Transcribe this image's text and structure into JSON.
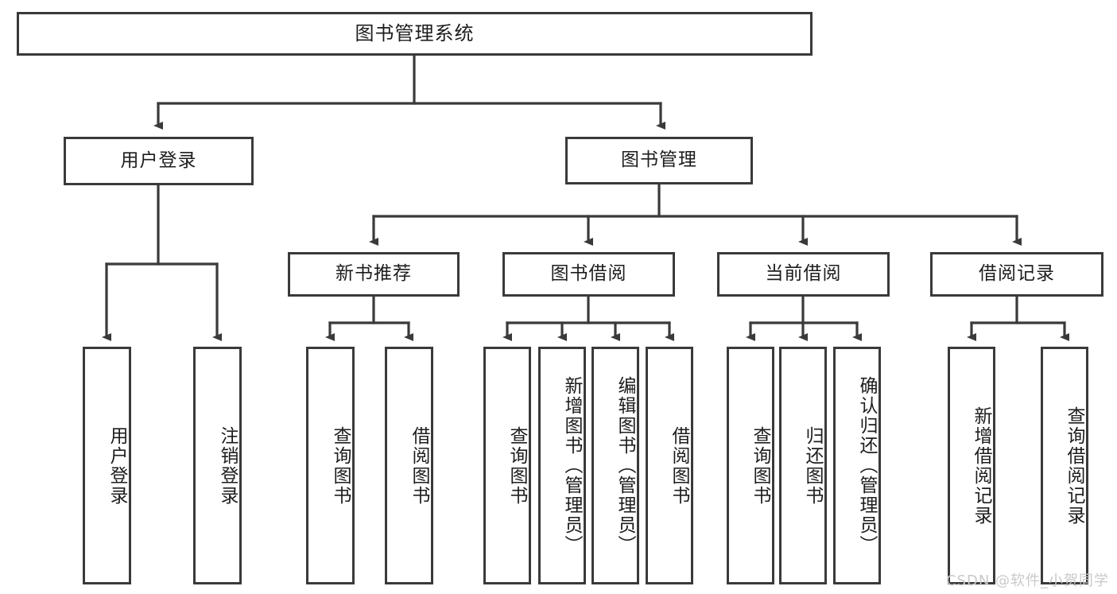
{
  "diagram": {
    "title": "图书管理系统",
    "stroke_color": "#3a3a3a",
    "background_color": "#ffffff",
    "text_color": "#1d1d1d",
    "watermark": "CSDN @软件_小贺同学",
    "watermark_color": "#c9c9c9",
    "levels": {
      "root": {
        "label": "图书管理系统"
      },
      "level2": [
        {
          "label": "用户登录"
        },
        {
          "label": "图书管理"
        }
      ],
      "level3": [
        {
          "label": "新书推荐"
        },
        {
          "label": "图书借阅"
        },
        {
          "label": "当前借阅"
        },
        {
          "label": "借阅记录"
        }
      ],
      "leaves": {
        "user_login": [
          {
            "label": "用户登录"
          },
          {
            "label": "注销登录"
          }
        ],
        "new_book_recommend": [
          {
            "label": "查询图书"
          },
          {
            "label": "借阅图书"
          }
        ],
        "book_borrow": [
          {
            "label": "查询图书"
          },
          {
            "label": "新增图书（管理员）"
          },
          {
            "label": "编辑图书（管理员）"
          },
          {
            "label": "借阅图书"
          }
        ],
        "current_borrow": [
          {
            "label": "查询图书"
          },
          {
            "label": "归还图书"
          },
          {
            "label": "确认归还（管理员）"
          }
        ],
        "borrow_record": [
          {
            "label": "新增借阅记录"
          },
          {
            "label": "查询借阅记录"
          }
        ]
      }
    }
  }
}
